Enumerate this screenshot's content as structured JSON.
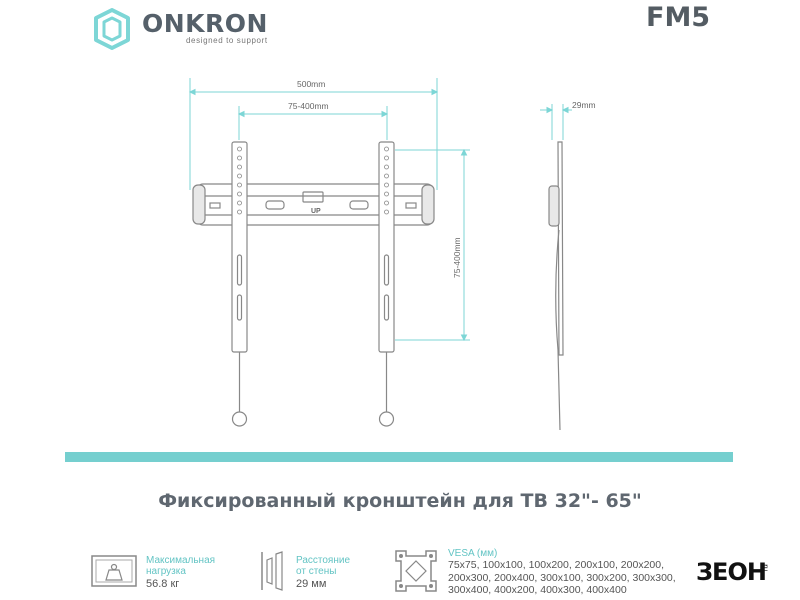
{
  "brand": {
    "name": "ONKRON",
    "tagline": "designed to support",
    "model": "FM5",
    "colors": {
      "accent": "#75cfcf",
      "dark": "#55606a",
      "line": "#888888"
    }
  },
  "dimensions": {
    "total_width": "500mm",
    "vesa_horizontal": "75-400mm",
    "vesa_vertical": "75-400mm",
    "depth": "29mm",
    "up_label": "UP"
  },
  "headline": "Фиксированный кронштейн для ТВ 32\"- 65\"",
  "specs": {
    "load": {
      "icon": "weight-icon",
      "label_1": "Максимальная",
      "label_2": "нагрузка",
      "value": "56.8 кг"
    },
    "wall_distance": {
      "icon": "wall-distance-icon",
      "label_1": "Расстояние",
      "label_2": "от стены",
      "value": "29 мм"
    },
    "vesa": {
      "icon": "vesa-icon",
      "label": "VESA (мм)",
      "line_1": "75x75, 100x100, 100x200, 200x100, 200x200,",
      "line_2": "200x300, 200x400, 300x100, 300x200, 300x300,",
      "line_3": "300x400, 400x200, 400x300, 400x400"
    }
  },
  "shop_logo": {
    "name": "ЗЕОН",
    "suffix": ".ru"
  }
}
